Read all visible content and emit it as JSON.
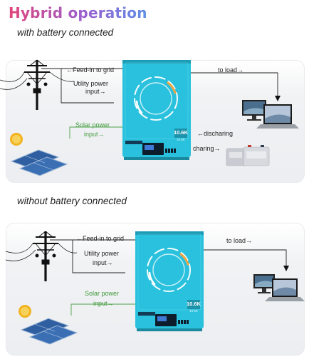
{
  "header": {
    "title": "Hybrid operation"
  },
  "top_section": {
    "subtitle": "with battery connected",
    "labels": {
      "feed_in": "←Feed-in to grid",
      "utility_line1": "Utility power",
      "utility_line2": "input→",
      "to_load": "to load→",
      "solar_line1": "Solar power",
      "solar_line2": "input→",
      "discharging": "←discharing",
      "charging": "charing→"
    },
    "inverter": {
      "model": "10.6K",
      "badge": "10.6K"
    }
  },
  "bottom_section": {
    "subtitle": "without battery connected",
    "labels": {
      "feed_in": "←Feed-in to grid",
      "utility_line1": "Utility power",
      "utility_line2": "input→",
      "to_load": "to load→",
      "solar_line1": "Solar power",
      "solar_line2": "input→"
    },
    "inverter": {
      "model": "10.6K",
      "badge": "10.6K"
    }
  },
  "colors": {
    "inverter_body": "#29c1dd",
    "solar_wire": "#4ea24b",
    "title_gradient_start": "#e0457a",
    "title_gradient_end": "#5d8fe6"
  }
}
